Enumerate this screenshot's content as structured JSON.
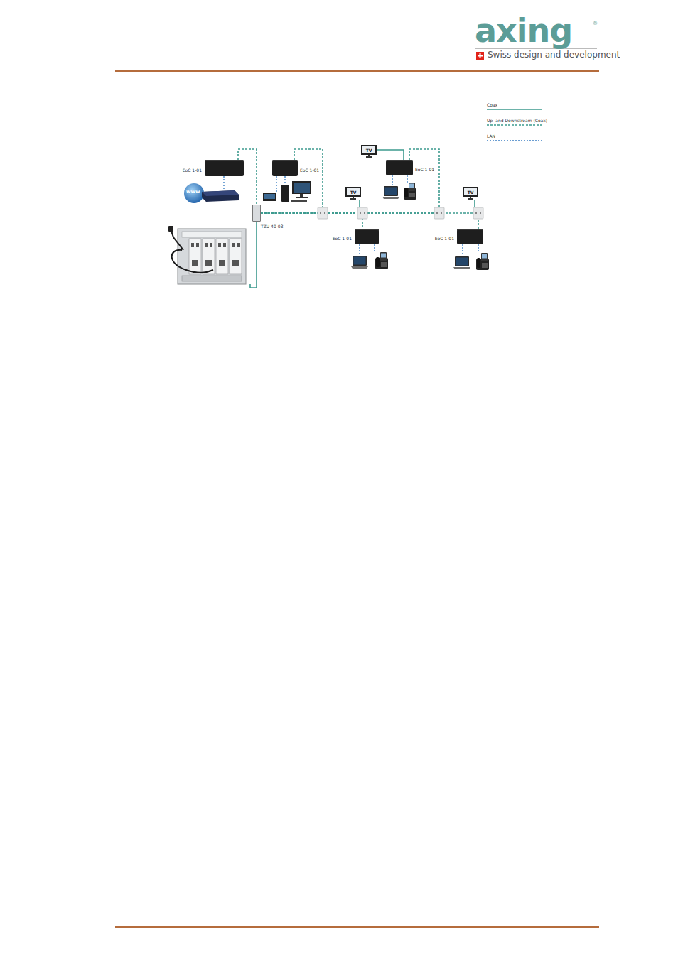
{
  "diagram": {
    "nodes": [
      {
        "text": [
          "TV"
        ]
      },
      {
        "text": [
          "EoC 1-01"
        ]
      },
      {
        "text": [
          "EoC 1-01"
        ]
      },
      {
        "text": [
          "EoC 1-01"
        ]
      },
      {
        "text": [
          "TV"
        ]
      },
      {
        "text": [
          "TV"
        ]
      },
      {
        "text": [
          "TZU 40-03"
        ]
      },
      {
        "text": [
          "EoC 1-01"
        ]
      },
      {
        "text": [
          "EoC 1-01"
        ]
      }
    ],
    "edges": [
      {
        "from": 1,
        "to": 6,
        "arrow": "none"
      },
      {
        "from": 2,
        "to": 6,
        "arrow": "none"
      },
      {
        "from": 3,
        "to": 6,
        "arrow": "none"
      },
      {
        "from": 6,
        "to": 7,
        "arrow": "none"
      },
      {
        "from": 6,
        "to": 8,
        "arrow": "none"
      },
      {
        "from": 0,
        "to": 3,
        "arrow": "none"
      }
    ],
    "labels": [
      "axing",
      "®",
      "Swiss design and development",
      "www"
    ],
    "legend": [
      {
        "text": "Coax"
      },
      {
        "text": "Up- and Downstream (Coax)"
      },
      {
        "text": "LAN"
      }
    ]
  }
}
